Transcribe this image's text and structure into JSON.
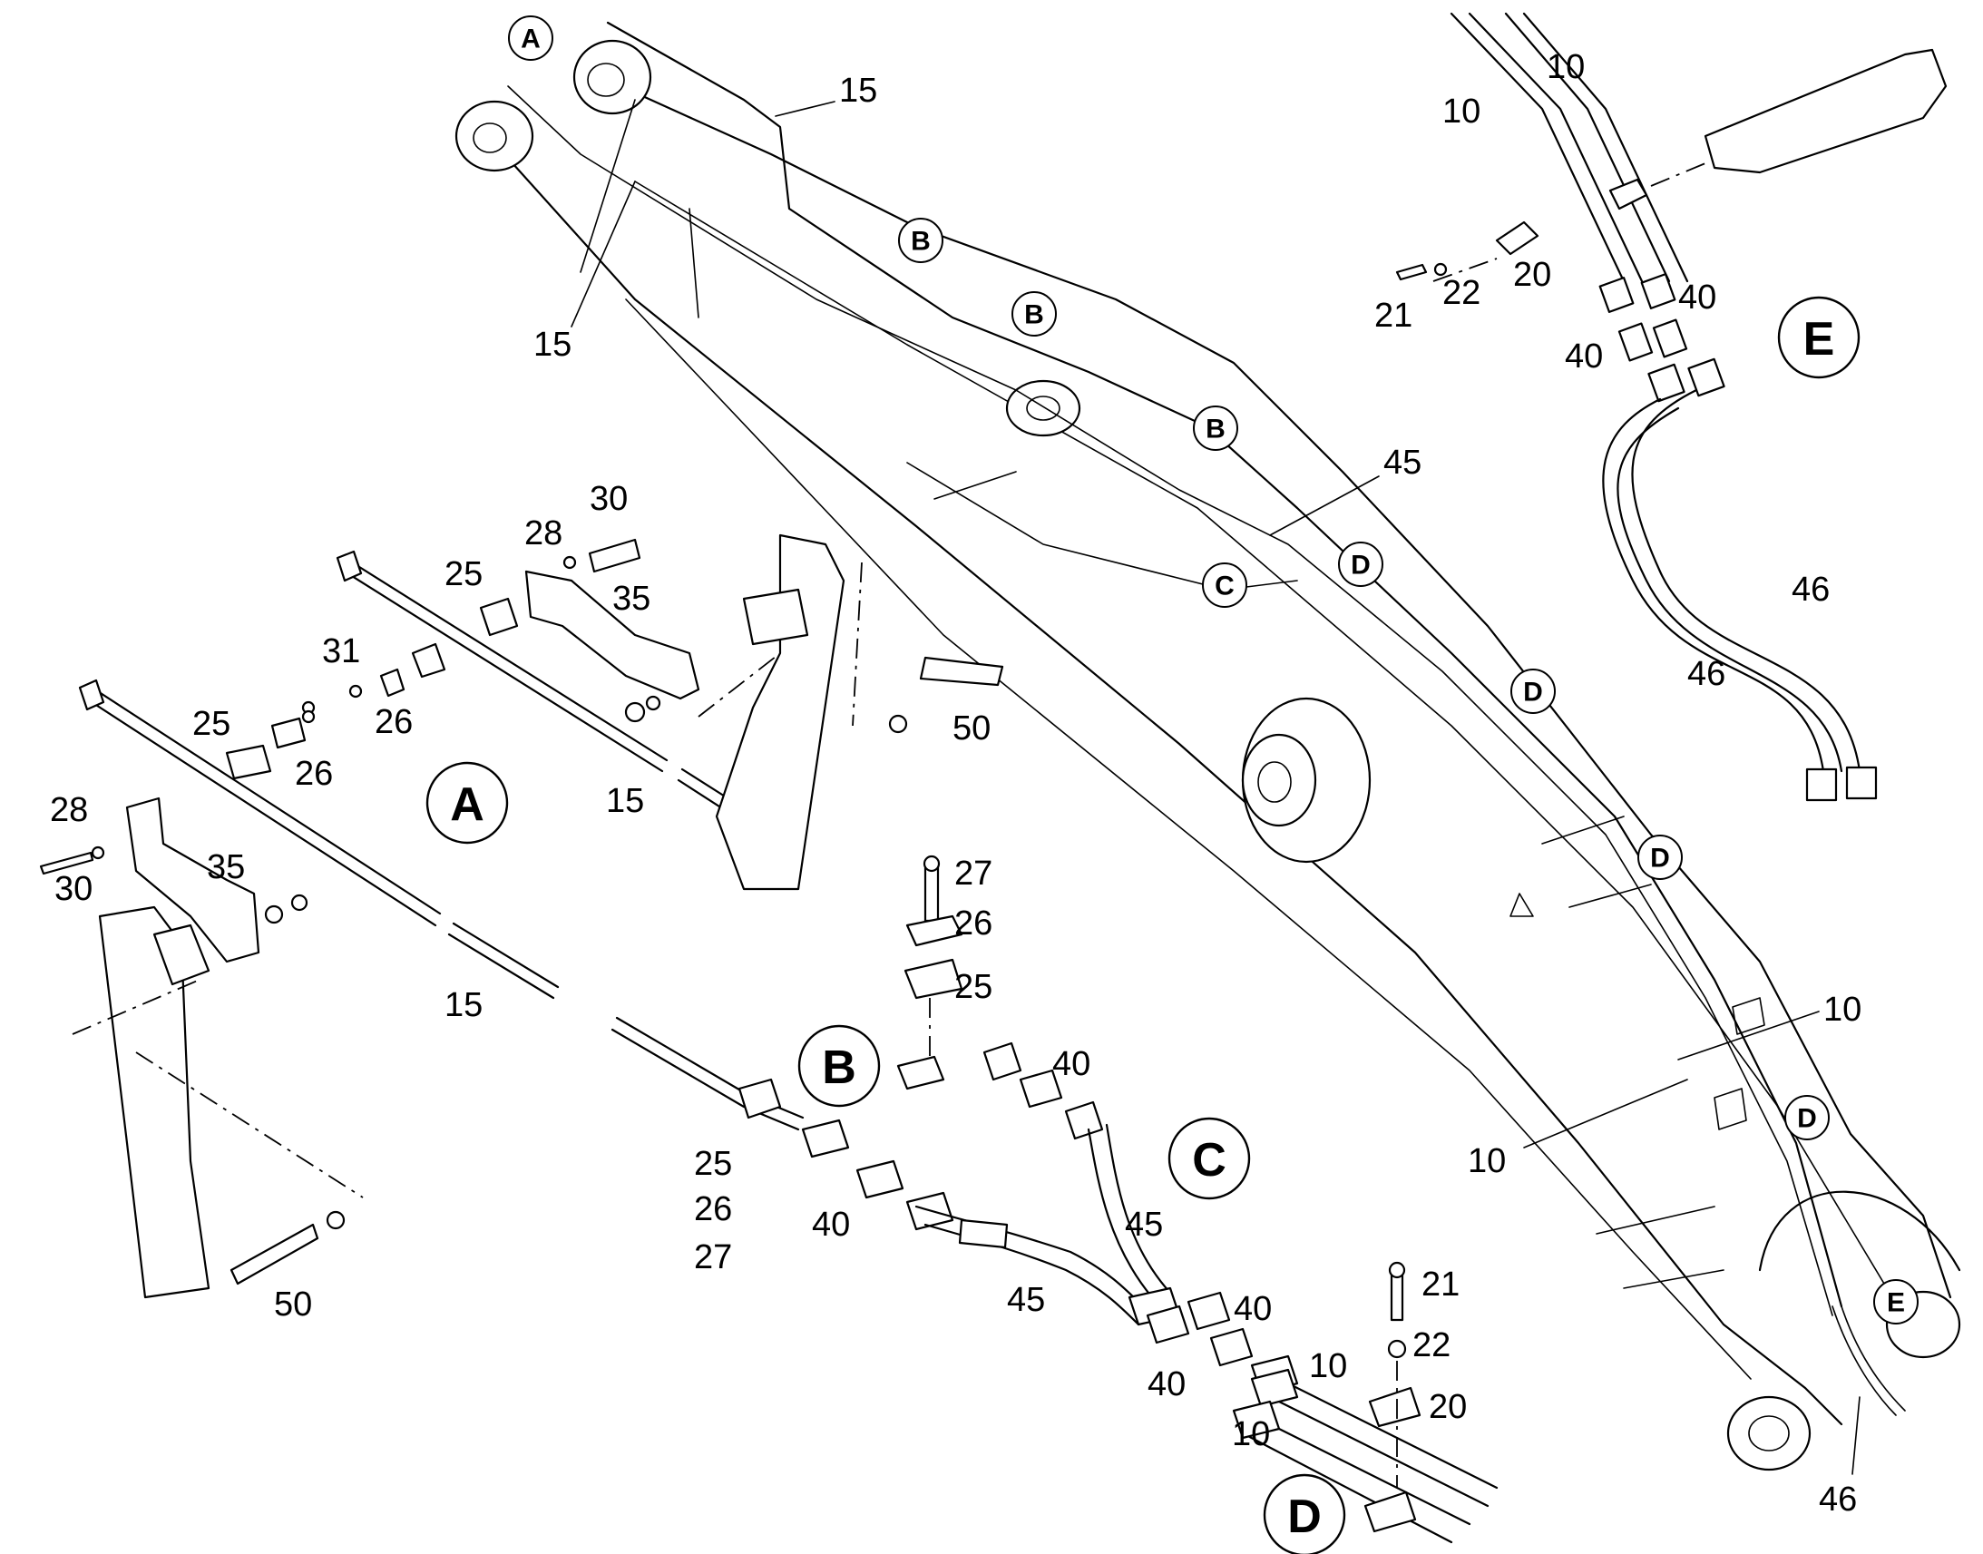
{
  "callouts": {
    "A_top": "A",
    "B_1": "B",
    "B_2": "B",
    "B_3": "B",
    "C_small": "C",
    "D_1": "D",
    "D_2": "D",
    "D_3": "D",
    "D_4": "D",
    "E_small": "E",
    "A_detail": "A",
    "B_detail": "B",
    "C_detail": "C",
    "D_detail": "D",
    "E_detail": "E"
  },
  "part_numbers": {
    "p15_top_right": "15",
    "p15_top_left": "15",
    "p45_boom": "45",
    "p10_boom_right": "10",
    "p10_boom_left": "10",
    "p46_boom": "46",
    "p10_e_a": "10",
    "p10_e_b": "10",
    "p21_e": "21",
    "p22_e": "22",
    "p20_e": "20",
    "p40_e_a": "40",
    "p40_e_b": "40",
    "p46_e_a": "46",
    "p46_e_b": "46",
    "p30_a1": "30",
    "p28_a1": "28",
    "p25_a1": "25",
    "p35_a1": "35",
    "p31_a": "31",
    "p26_a1": "26",
    "p50_a1": "50",
    "p15_a1": "15",
    "p25_a2": "25",
    "p26_a2": "26",
    "p28_a2": "28",
    "p30_a2": "30",
    "p35_a2": "35",
    "p15_a2": "15",
    "p50_a2": "50",
    "p27_b": "27",
    "p26_b": "26",
    "p25_b": "25",
    "p40_c1": "40",
    "p25_c": "25",
    "p26_c": "26",
    "p27_c": "27",
    "p40_c2": "40",
    "p45_c1": "45",
    "p45_c2": "45",
    "p40_d1": "40",
    "p40_d2": "40",
    "p10_d1": "10",
    "p10_d2": "10",
    "p21_d": "21",
    "p22_d": "22",
    "p20_d": "20"
  }
}
